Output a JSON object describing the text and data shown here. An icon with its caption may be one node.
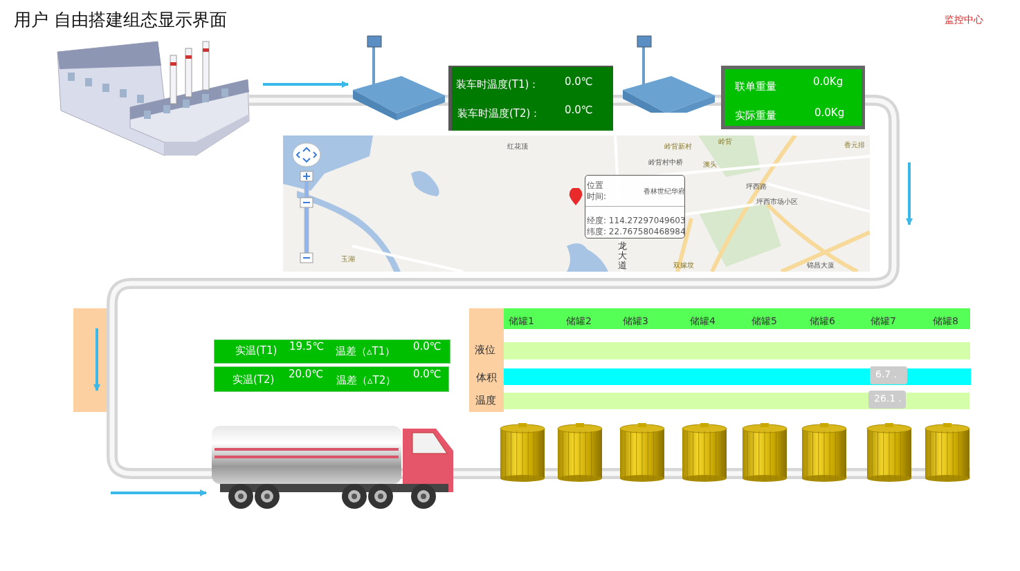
{
  "diagram": {
    "title": "用户 自由搭建组态显示界面",
    "nodes": [
      {
        "text": [],
        "shape": "picture"
      },
      {
        "text": [],
        "shape": "picture"
      },
      {
        "text": [
          "装车时温度(T1)：",
          "0.0℃",
          "装车时温度(T2)：",
          "0.0℃"
        ]
      },
      {
        "text": [],
        "shape": "picture"
      },
      {
        "text": [
          "联单重量",
          "0.0Kg",
          "实际重量",
          "0.0Kg"
        ]
      },
      {
        "text": [],
        "shape": "picture"
      },
      {
        "text": [
          "位置",
          "时间:",
          "经度: 114.27297049603",
          "纬度: 22.767580468984"
        ],
        "in": 5
      },
      {
        "text": [
          "实温(T1)",
          "19.5℃",
          "温差（▵T1）",
          "0.0℃"
        ]
      },
      {
        "text": [
          "实温(T2)",
          "20.0℃",
          "温差（▵T2）",
          "0.0℃"
        ]
      },
      {
        "text": [],
        "shape": "picture"
      },
      {
        "text": [],
        "shape": "cylinder"
      },
      {
        "text": [],
        "shape": "cylinder"
      },
      {
        "text": [],
        "shape": "cylinder"
      },
      {
        "text": [],
        "shape": "cylinder"
      },
      {
        "text": [],
        "shape": "cylinder"
      },
      {
        "text": [],
        "shape": "cylinder"
      },
      {
        "text": [],
        "shape": "cylinder"
      },
      {
        "text": [],
        "shape": "cylinder"
      }
    ],
    "edges": [
      {
        "from": 0,
        "to": 1,
        "arrow": "to"
      },
      {
        "from": null,
        "to": 9,
        "arrow": "to"
      }
    ],
    "labels": [
      "监控中心",
      "红花顶",
      "岭背新村",
      "岭背",
      "香元排",
      "岭背村中桥",
      "澳头",
      "香林世纪华府",
      "坪西路",
      "坪西市场小区",
      "龙大道",
      "玉湖",
      "双嫁坟",
      "锦昌大厦",
      "储罐1",
      "储罐2",
      "储罐3",
      "储罐4",
      "储罐5",
      "储罐6",
      "储罐7",
      "储罐8",
      "液位",
      "体积",
      "温度",
      "6.7 .",
      "26.1 ."
    ]
  }
}
